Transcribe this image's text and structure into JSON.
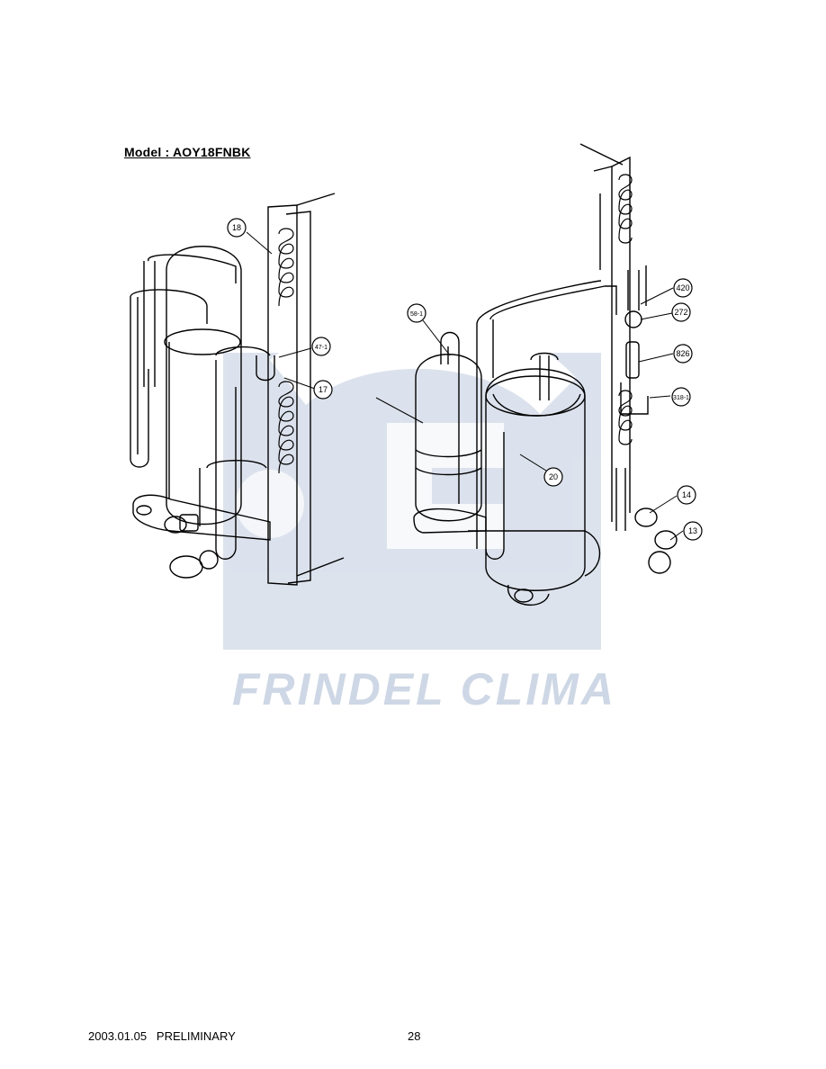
{
  "header": {
    "model_title": "Model : AOY18FNBK"
  },
  "callouts": {
    "c18": "18",
    "c47_1": "47-1",
    "c17": "17",
    "c58_1": "58-1",
    "c20": "20",
    "c420": "420",
    "c272": "272",
    "c826": "826",
    "c318_1": "318-1",
    "c14": "14",
    "c13": "13"
  },
  "watermark": {
    "text": "FRINDEL CLIMA"
  },
  "footer": {
    "date_status": "2003.01.05   PRELIMINARY",
    "page_number": "28"
  },
  "colors": {
    "watermark_blue": "#c9d3e3",
    "line": "#000000"
  }
}
